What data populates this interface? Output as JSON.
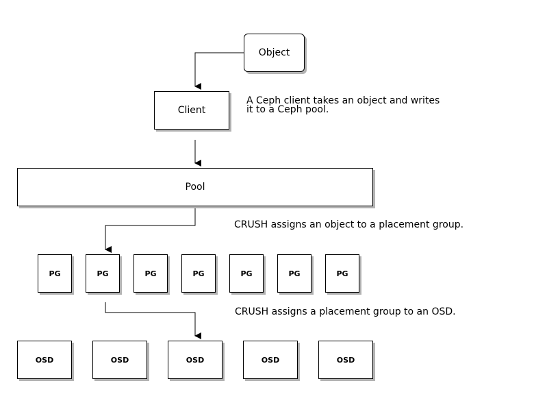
{
  "nodes": {
    "object": "Object",
    "client": "Client",
    "pool": "Pool",
    "pgs": [
      "PG",
      "PG",
      "PG",
      "PG",
      "PG",
      "PG",
      "PG"
    ],
    "osds": [
      "OSD",
      "OSD",
      "OSD",
      "OSD",
      "OSD"
    ]
  },
  "notes": {
    "client_line1": "A Ceph client takes an object and writes",
    "client_line2": "it to a Ceph pool.",
    "pg_assign": "CRUSH assigns an object to a placement group.",
    "osd_assign": "CRUSH assigns a placement group to an OSD."
  },
  "colors": {
    "line": "#000000",
    "box_fill": "#ffffff",
    "shadow": "#b3b3b3"
  }
}
